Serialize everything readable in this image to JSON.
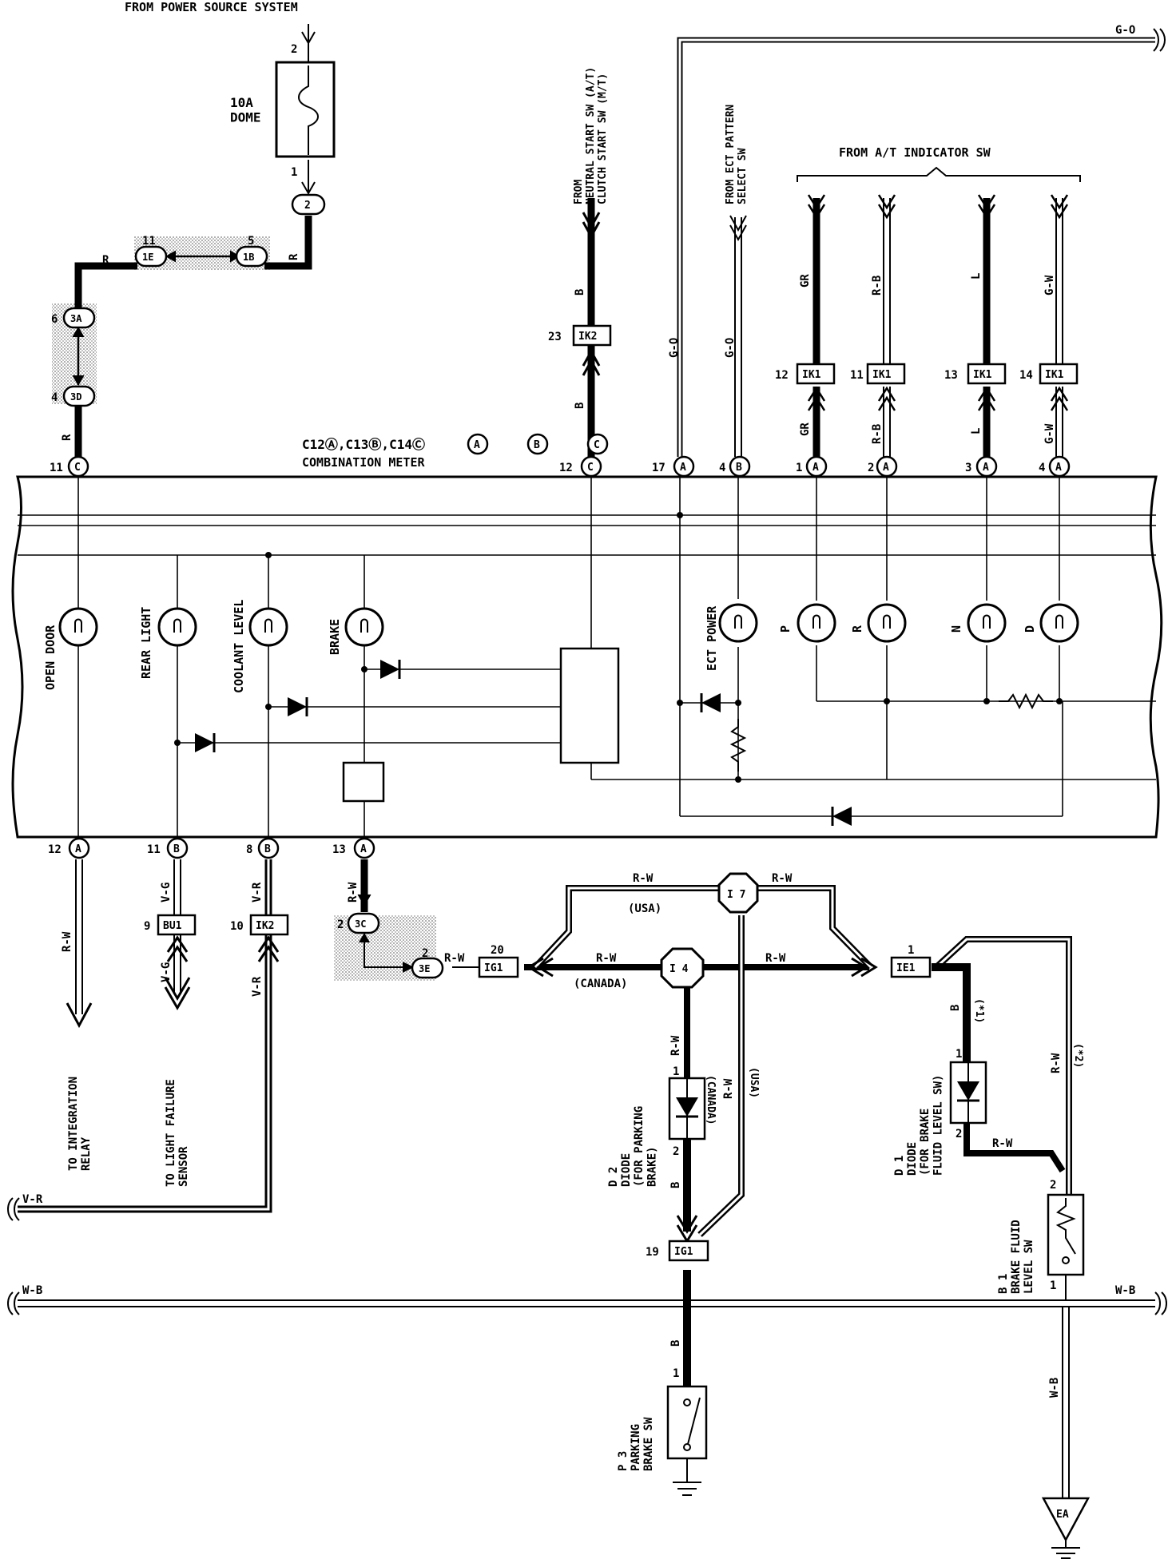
{
  "header": {
    "power_source": "FROM POWER SOURCE SYSTEM",
    "fuse_label": "10A\nDOME",
    "meter_connectors": "C12Ⓐ,C13Ⓑ,C14Ⓒ",
    "meter_name": "COMBINATION METER",
    "ect_source": "FROM ECT PATTERN\nSELECT SW",
    "nss_source": "FROM\nNEUTRAL START SW (A/T)\nCLUTCH START SW (M/T)",
    "at_source": "FROM A/T INDICATOR SW"
  },
  "connectors": {
    "c_2": "2",
    "c_1e": "1E",
    "c_1b": "1B",
    "c_3a": "3A",
    "c_3d": "3D",
    "ik2": "IK2",
    "ik1": "IK1",
    "bu1": "BU1",
    "c_3c": "3C",
    "c_3e": "3E",
    "ig1": "IG1",
    "ie1": "IE1",
    "i7": "I 7",
    "i4": "I 4",
    "ea": "EA"
  },
  "pins": {
    "p2": "2",
    "p1": "1",
    "p11": "11",
    "p5": "5",
    "p6": "6",
    "p4": "4",
    "p23": "23",
    "p12": "12",
    "p13": "13",
    "p14": "14",
    "p17": "17",
    "p3": "3",
    "p9": "9",
    "p10": "10",
    "p8": "8",
    "p20": "20",
    "p19": "19",
    "pin_11c": "11",
    "pin_12c": "12",
    "pin_17a": "17",
    "pin_4b": "4",
    "pin_1a": "1",
    "pin_2a": "2",
    "pin_3a": "3",
    "pin_4a": "4",
    "pin_12a": "12",
    "pin_11b": "11",
    "pin_8b": "8",
    "pin_13a": "13",
    "letter_a": "A",
    "letter_b": "B",
    "letter_c": "C"
  },
  "wires": {
    "r": "R",
    "b": "B",
    "go": "G-O",
    "gr": "GR",
    "rb": "R-B",
    "l": "L",
    "gw": "G-W",
    "rw": "R-W",
    "vg": "V-G",
    "vr": "V-R",
    "wb": "W-B"
  },
  "lamps": {
    "open_door": "OPEN DOOR",
    "rear_light": "REAR LIGHT",
    "coolant": "COOLANT LEVEL",
    "brake": "BRAKE",
    "ect": "ECT POWER",
    "p": "P",
    "r": "R",
    "n": "N",
    "d": "D"
  },
  "notes": {
    "usa": "(USA)",
    "canada": "(CANADA)",
    "star1": "(*1)",
    "star2": "(*2)"
  },
  "bottom": {
    "integration": "TO INTEGRATION\nRELAY",
    "light_failure": "TO LIGHT FAILURE\nSENSOR",
    "d2": "D 2\nDIODE\n(FOR PARKING\nBRAKE)",
    "d1": "D 1\nDIODE\n(FOR BRAKE\nFLUID LEVEL SW)",
    "b1": "B 1\nBRAKE FLUID\nLEVEL SW",
    "p3": "P 3\nPARKING\nBRAKE SW"
  }
}
